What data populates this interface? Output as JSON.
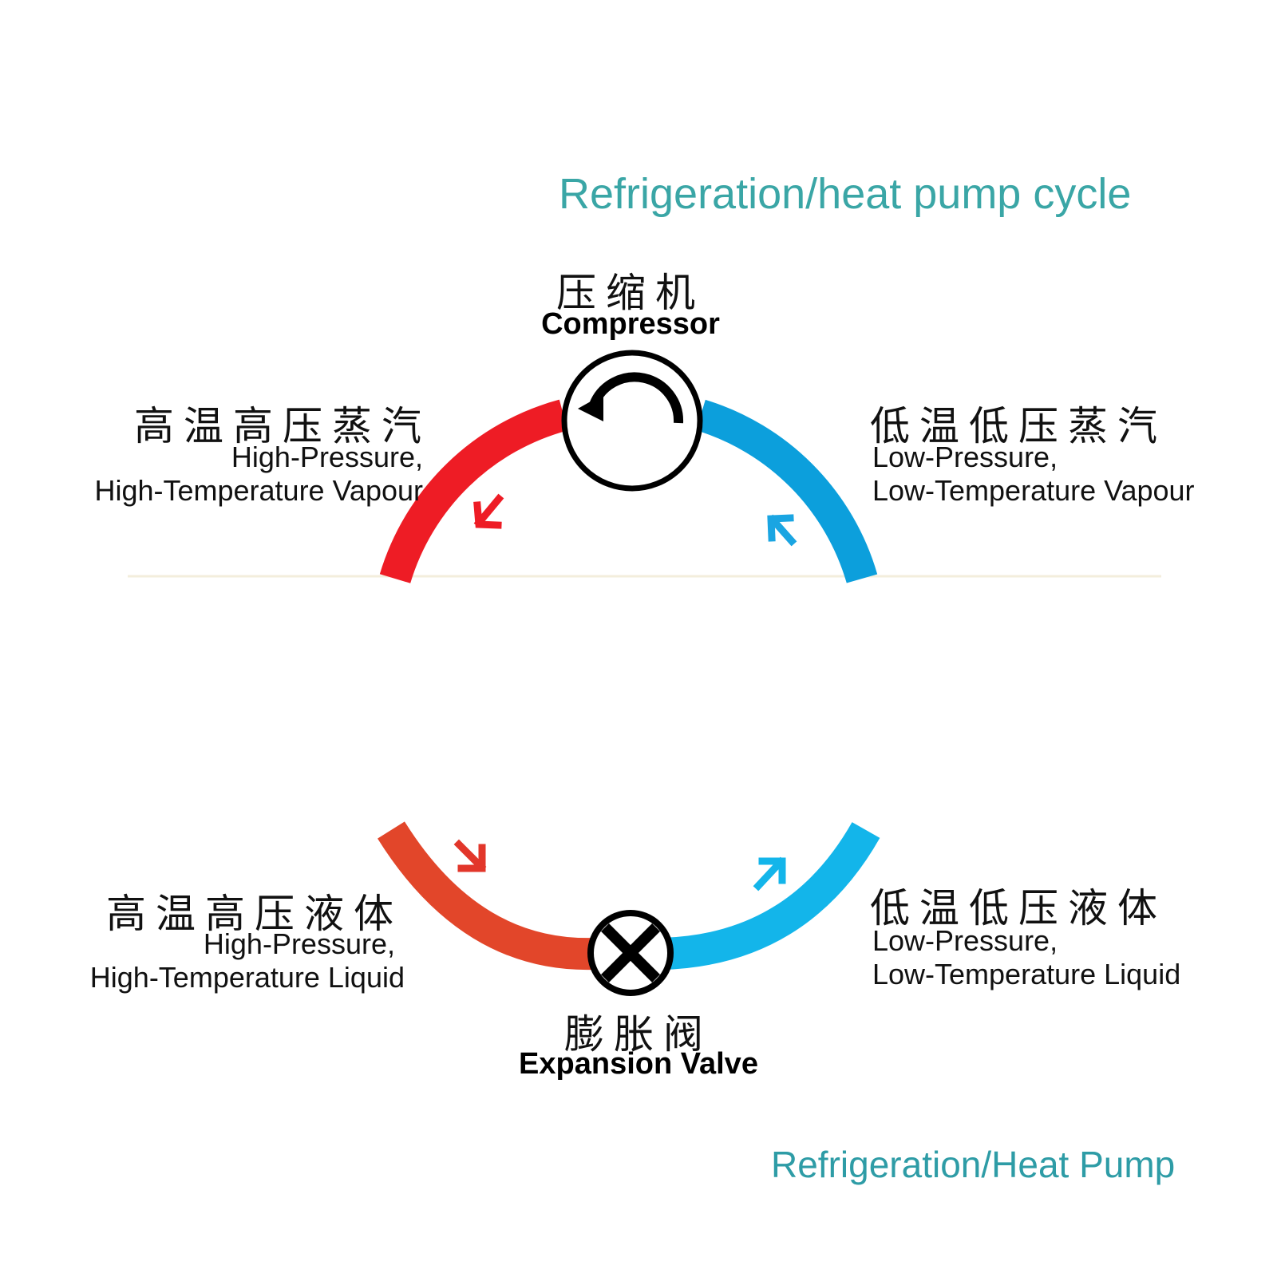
{
  "title": "Refrigeration/heat pump cycle",
  "footer": "Refrigeration/Heat Pump",
  "compressor": {
    "cn": "压缩机",
    "en": "Compressor"
  },
  "expansion_valve": {
    "cn": "膨胀阀",
    "en": "Expansion Valve"
  },
  "hp_ht_vapour": {
    "cn": "高温高压蒸汽",
    "en_line1": "High-Pressure,",
    "en_line2": "High-Temperature Vapour"
  },
  "lp_lt_vapour": {
    "cn": "低温低压蒸汽",
    "en_line1": "Low-Pressure,",
    "en_line2": "Low-Temperature Vapour"
  },
  "hp_ht_liquid": {
    "cn": "高温高压液体",
    "en_line1": "High-Pressure,",
    "en_line2": "High-Temperature Liquid"
  },
  "lp_lt_liquid": {
    "cn": "低温低压液体",
    "en_line1": "Low-Pressure,",
    "en_line2": "Low-Temperature Liquid"
  },
  "colors": {
    "hot_vapour": "#ee1c25",
    "hot_liquid": "#e2462a",
    "cold_vapour": "#0c9fdc",
    "cold_liquid": "#13b5ea",
    "title": "#3aa6a6"
  },
  "icons": [
    "rotate-arrow-icon",
    "x-valve-icon",
    "flow-arrow-icon"
  ]
}
